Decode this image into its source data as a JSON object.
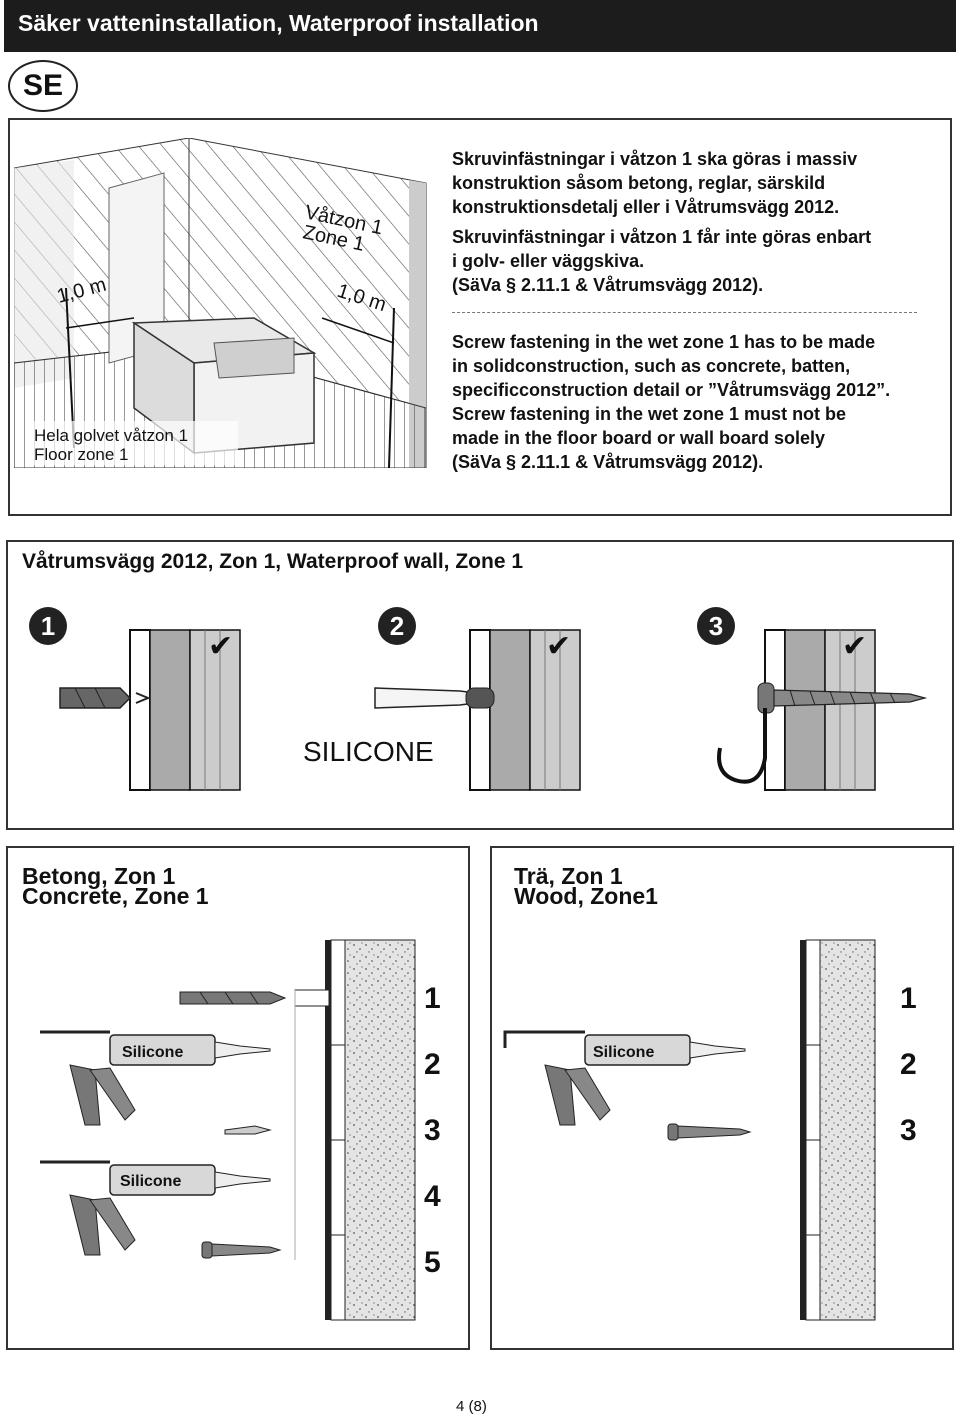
{
  "header": {
    "title": "Säker vatteninstallation, Waterproof installation"
  },
  "lang_badge": "SE",
  "illustration_labels": {
    "zone_sv": "Våtzon 1",
    "zone_en": "Zone    1",
    "dist_left": "1,0 m",
    "dist_right": "1,0 m",
    "floor_sv": "Hela golvet våtzon 1",
    "floor_en": "Floor zone  1"
  },
  "text_sv": [
    "Skruvinfästningar i våtzon 1 ska göras i massiv",
    "konstruktion såsom  betong, reglar, särskild",
    "konstruktionsdetalj eller i Våtrumsvägg 2012.",
    "Skruvinfästningar i våtzon 1 får inte göras enbart",
    "i golv- eller väggskiva.",
    "(SäVa § 2.11.1 & Våtrumsvägg 2012)."
  ],
  "text_en": [
    "Screw fastening in the wet zone 1 has to be made",
    "in solidconstruction, such as concrete, batten,",
    "specificconstruction detail or ”Våtrumsvägg 2012”.",
    "Screw fastening in the wet zone 1 must not be",
    "made in the floor board or wall board solely",
    "(SäVa § 2.11.1 & Våtrumsvägg 2012)."
  ],
  "wall_section": {
    "title": "Våtrumsvägg 2012, Zon 1,  Waterproof wall, Zone 1",
    "steps": [
      "1",
      "2",
      "3"
    ],
    "silicone_label": "SILICONE"
  },
  "concrete": {
    "title_sv": "Betong, Zon 1",
    "title_en": "Concrete, Zone 1",
    "gun_label": "Silicone",
    "steps": [
      "1",
      "2",
      "3",
      "4",
      "5"
    ]
  },
  "wood": {
    "title_sv": "Trä, Zon 1",
    "title_en": "Wood, Zone1",
    "gun_label": "Silicone",
    "steps": [
      "1",
      "2",
      "3"
    ]
  },
  "footer": {
    "page": "4 (8)"
  }
}
